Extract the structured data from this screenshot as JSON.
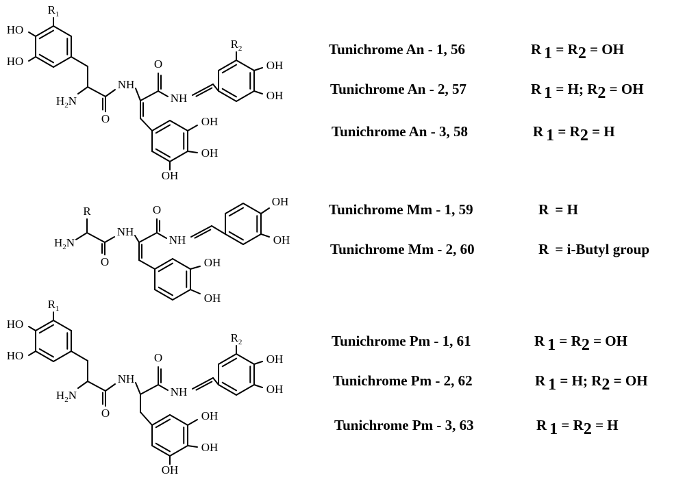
{
  "compounds": [
    {
      "name": "Tunichrome An - 1, 56",
      "sub": "1",
      "mid": " = R",
      "sub2": "2",
      "tail": " = OH"
    },
    {
      "name": "Tunichrome An - 2, 57",
      "sub": "1",
      "mid": " = H; R",
      "sub2": "2",
      "tail": " = OH"
    },
    {
      "name": "Tunichrome An - 3, 58",
      "sub": "1",
      "mid": " = R",
      "sub2": "2",
      "tail": " = H"
    },
    {
      "name": "Tunichrome Mm - 1, 59",
      "sub": "",
      "mid": " = H",
      "sub2": "",
      "tail": ""
    },
    {
      "name": "Tunichrome Mm - 2, 60",
      "sub": "",
      "mid": " = i-Butyl group",
      "sub2": "",
      "tail": ""
    },
    {
      "name": "Tunichrome Pm - 1, 61",
      "sub": "1",
      "mid": " = R",
      "sub2": "2",
      "tail": " = OH"
    },
    {
      "name": "Tunichrome Pm - 2, 62",
      "sub": "1",
      "mid": " = H; R",
      "sub2": "2",
      "tail": " = OH"
    },
    {
      "name": "Tunichrome Pm - 3, 63",
      "sub": "1",
      "mid": " = R",
      "sub2": "2",
      "tail": " = H"
    }
  ],
  "atoms": {
    "HO": "HO",
    "OH": "OH",
    "H2N": "H",
    "N_sub": "2",
    "N": "N",
    "NH": "NH",
    "O": "O",
    "R": "R",
    "R1": "R",
    "R1_sub": "1",
    "R2": "R",
    "R2_sub": "2"
  }
}
